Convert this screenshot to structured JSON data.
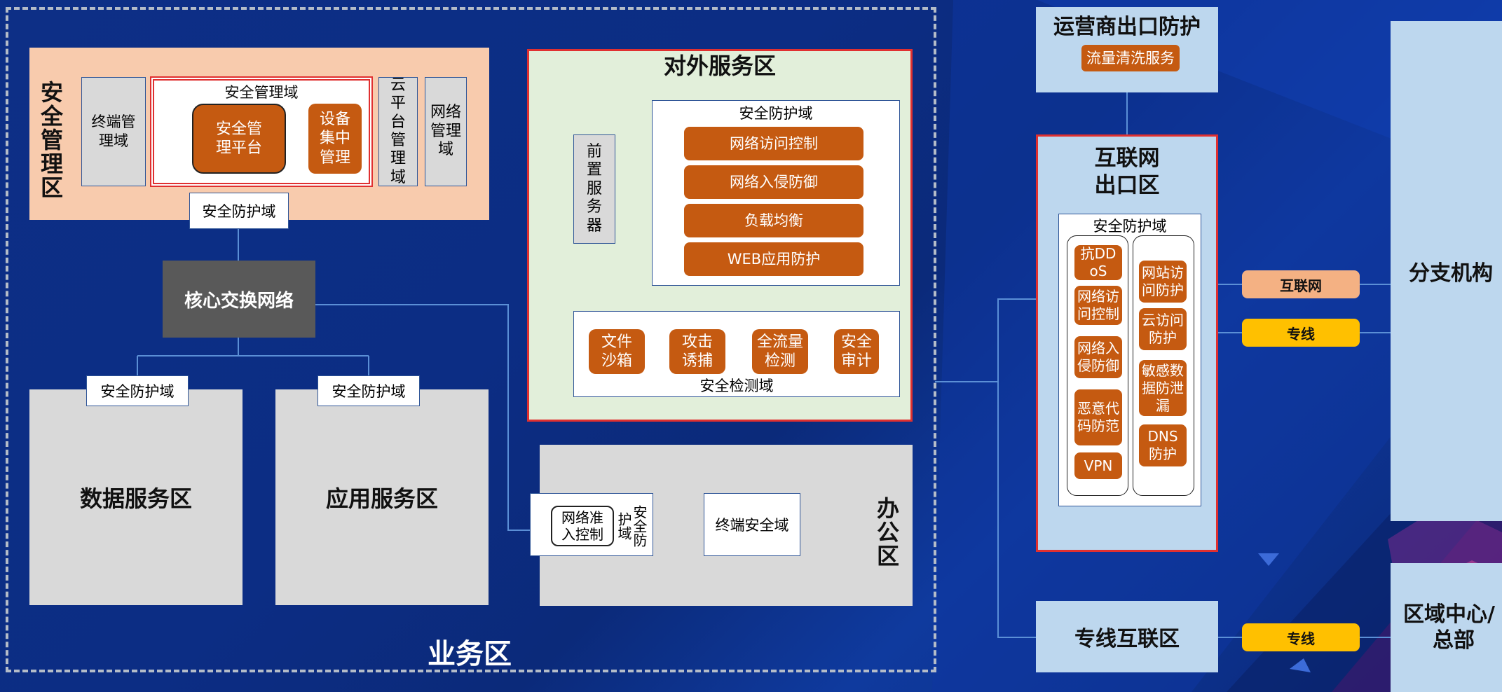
{
  "business_zone": {
    "title": "业务区",
    "security_mgmt_zone": {
      "title": "安全管理区",
      "terminal_mgmt_domain": "终端管理域",
      "security_mgmt_domain": {
        "title": "安全管理域",
        "platform": "安全管理平台",
        "device_central": "设备集中管理"
      },
      "cloud_platform_domain": "云平台管理域",
      "network_mgmt_domain": "网络管理域",
      "protection_domain": "安全防护域"
    },
    "core_switch": "核心交换网络",
    "data_service": {
      "title": "数据服务区",
      "protection_domain": "安全防护域"
    },
    "app_service": {
      "title": "应用服务区",
      "protection_domain": "安全防护域"
    },
    "external_service_zone": {
      "title": "对外服务区",
      "front_server": "前置服务器",
      "protection_domain": {
        "title": "安全防护域",
        "items": [
          "网络访问控制",
          "网络入侵防御",
          "负载均衡",
          "WEB应用防护"
        ]
      },
      "detection_domain": {
        "title": "安全检测域",
        "items": [
          "文件沙箱",
          "攻击诱捕",
          "全流量检测",
          "安全审计"
        ]
      }
    },
    "office_zone": {
      "title": "办公区",
      "nac": "网络准入控制",
      "protection_domain": "安全防护域",
      "terminal_security": "终端安全域"
    }
  },
  "operator_zone": {
    "title": "运营商出口防护",
    "service": "流量清洗服务"
  },
  "internet_exit": {
    "title_line1": "互联网",
    "title_line2": "出口区",
    "protection_domain": "安全防护域",
    "left_items": [
      "抗DDoS",
      "网络访问控制",
      "网络入侵防御",
      "恶意代码防范",
      "VPN"
    ],
    "right_items": [
      "网站访问防护",
      "云访问防护",
      "敏感数据防泄漏",
      "DNS防护"
    ]
  },
  "leased_line_zone": "专线互联区",
  "links": {
    "internet": "互联网",
    "leased1": "专线",
    "leased2": "专线"
  },
  "branch": "分支机构",
  "regional_center": {
    "line1": "区域中心/",
    "line2": "总部"
  },
  "colors": {
    "background": "#0c2d84",
    "orange": "#c55a11",
    "peach": "#f8cbad",
    "light_green": "#e2efda",
    "light_blue": "#bdd7ee",
    "grey": "#d9d9d9",
    "core_grey": "#595959",
    "red_border": "#e03030",
    "yellow": "#ffc000",
    "salmon": "#f4b183"
  }
}
